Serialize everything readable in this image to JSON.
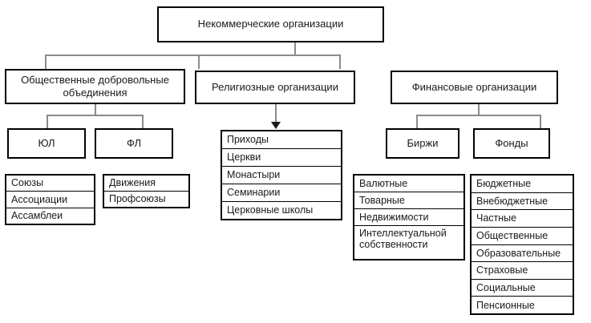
{
  "diagram": {
    "title": "Некоммерческие организации",
    "root": {
      "label": "Некоммерческие организации"
    },
    "level2": [
      {
        "label": "Общественные добровольные объединения"
      },
      {
        "label": "Религиозные организации"
      },
      {
        "label": "Финансовые организации"
      }
    ],
    "level3": [
      {
        "label": "ЮЛ"
      },
      {
        "label": "ФЛ"
      },
      {
        "label": "Биржи"
      },
      {
        "label": "Фонды"
      }
    ],
    "lists": {
      "ul_items": [
        "Союзы",
        "Ассоциации",
        "Ассамблеи"
      ],
      "fl_items": [
        "Движения",
        "Профсоюзы"
      ],
      "religious_items": [
        "Приходы",
        "Церкви",
        "Монастыри",
        "Семинарии",
        "Церковные школы"
      ],
      "exchange_items": [
        "Валютные",
        "Товарные",
        "Недвижимости",
        "Интеллектуальной собственности"
      ],
      "fund_items": [
        "Бюджетные",
        "Внебюджетные",
        "Частные",
        "Общественные",
        "Образовательные",
        "Страховые",
        "Социальные",
        "Пенсионные"
      ]
    }
  },
  "colors": {
    "box_border": "#000000",
    "connector": "#8a8a8a",
    "text": "#1a1a1a",
    "background": "#ffffff"
  }
}
